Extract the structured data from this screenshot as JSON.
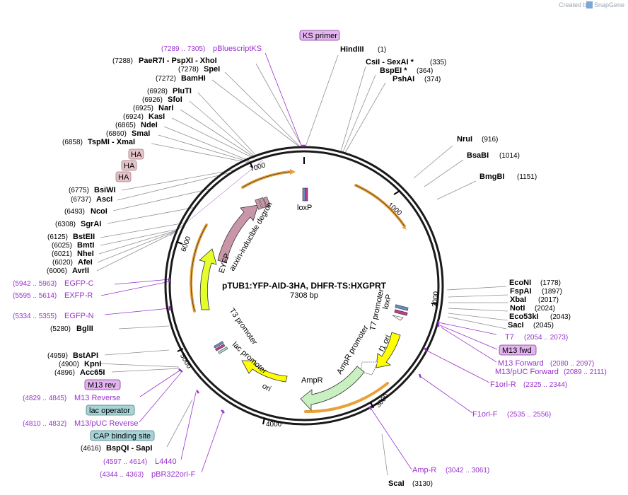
{
  "credit": {
    "created_by": "Created by",
    "brand": "SnapGene"
  },
  "plasmid": {
    "name": "pTUB1:YFP-AID-3HA, DHFR-TS:HXGPRT",
    "length": "7308 bp"
  },
  "ticks": [
    "1000",
    "2000",
    "3000",
    "4000",
    "5000",
    "6000",
    "7000"
  ],
  "features": {
    "loxp_top": "loxP",
    "loxp_right": "loxP",
    "eyfp": "EYFP",
    "aid": "auxin-inducible degron",
    "t7_promoter": "T7 promoter",
    "f1_ori": "f1 ori",
    "ampr_promoter": "AmpR promoter",
    "ampr": "AmpR",
    "ori": "ori",
    "lac_promoter": "lac promoter",
    "t3_promoter": "T3 promoter"
  },
  "boxed": {
    "ks_primer": "KS primer",
    "ha1": "HA",
    "ha2": "HA",
    "ha3": "HA",
    "m13_fwd": "M13 fwd",
    "m13_rev": "M13 rev",
    "lac_operator": "lac operator",
    "cap_site": "CAP binding site"
  },
  "enzymes_right": [
    {
      "name": "HindIII",
      "pos": "(1)"
    },
    {
      "name": "CsiI  -  SexAI *",
      "pos": "(335)"
    },
    {
      "name": "BspEI *",
      "pos": "(364)"
    },
    {
      "name": "PshAI",
      "pos": "(374)"
    },
    {
      "name": "NruI",
      "pos": "(916)"
    },
    {
      "name": "BsaBI",
      "pos": "(1014)"
    },
    {
      "name": "BmgBI",
      "pos": "(1151)"
    },
    {
      "name": "EcoNI",
      "pos": "(1778)"
    },
    {
      "name": "FspAI",
      "pos": "(1897)"
    },
    {
      "name": "XbaI",
      "pos": "(2017)"
    },
    {
      "name": "NotI",
      "pos": "(2024)"
    },
    {
      "name": "Eco53kI",
      "pos": "(2043)"
    },
    {
      "name": "SacI",
      "pos": "(2045)"
    },
    {
      "name": "ScaI",
      "pos": "(3130)"
    }
  ],
  "enzymes_left": [
    {
      "pos": "(7288)",
      "name": "PaeR7I  -  PspXI  -  XhoI"
    },
    {
      "pos": "(7278)",
      "name": "SpeI"
    },
    {
      "pos": "(7272)",
      "name": "BamHI"
    },
    {
      "pos": "(6928)",
      "name": "PluTI"
    },
    {
      "pos": "(6926)",
      "name": "SfoI"
    },
    {
      "pos": "(6925)",
      "name": "NarI"
    },
    {
      "pos": "(6924)",
      "name": "KasI"
    },
    {
      "pos": "(6865)",
      "name": "NdeI"
    },
    {
      "pos": "(6860)",
      "name": "SmaI"
    },
    {
      "pos": "(6858)",
      "name": "TspMI  -  XmaI"
    },
    {
      "pos": "(6775)",
      "name": "BsiWI"
    },
    {
      "pos": "(6737)",
      "name": "AscI"
    },
    {
      "pos": "(6493)",
      "name": "NcoI"
    },
    {
      "pos": "(6308)",
      "name": "SgrAI"
    },
    {
      "pos": "(6125)",
      "name": "BstEII"
    },
    {
      "pos": "(6025)",
      "name": "BmtI"
    },
    {
      "pos": "(6021)",
      "name": "NheI"
    },
    {
      "pos": "(6020)",
      "name": "AfeI"
    },
    {
      "pos": "(6006)",
      "name": "AvrII"
    },
    {
      "pos": "(5280)",
      "name": "BglII"
    },
    {
      "pos": "(4959)",
      "name": "BstAPI"
    },
    {
      "pos": "(4900)",
      "name": "KpnI"
    },
    {
      "pos": "(4896)",
      "name": "Acc65I"
    },
    {
      "pos": "(4616)",
      "name": "BspQI  -  SapI"
    }
  ],
  "primers_right": [
    {
      "name": "T7",
      "range": "(2054 .. 2073)"
    },
    {
      "name": "M13 Forward",
      "range": "(2080 .. 2097)"
    },
    {
      "name": "M13/pUC Forward",
      "range": "(2089 .. 2111)"
    },
    {
      "name": "F1ori-R",
      "range": "(2325 .. 2344)"
    },
    {
      "name": "F1ori-F",
      "range": "(2535 .. 2556)"
    },
    {
      "name": "Amp-R",
      "range": "(3042 .. 3061)"
    }
  ],
  "primers_left": [
    {
      "range": "(7289 .. 7305)",
      "name": "pBluescriptKS"
    },
    {
      "range": "(5942 .. 5963)",
      "name": "EGFP-C"
    },
    {
      "range": "(5595 .. 5614)",
      "name": "EXFP-R"
    },
    {
      "range": "(5334 .. 5355)",
      "name": "EGFP-N"
    },
    {
      "range": "(4829 .. 4845)",
      "name": "M13 Reverse"
    },
    {
      "range": "(4810 .. 4832)",
      "name": "M13/pUC Reverse"
    },
    {
      "range": "(4597 .. 4614)",
      "name": "L4440"
    },
    {
      "range": "(4344 .. 4363)",
      "name": "pBR322ori-F"
    }
  ],
  "colors": {
    "backbone": "#1a1a1a",
    "primer": "#9932cc",
    "orange_arc": "#e8a13a",
    "yellow_feature": "#ffff00",
    "lime_feature": "#e5ff2a",
    "green_feature": "#c8f0c0",
    "aid_feature": "#c896a8",
    "box_primer": "#e3b4f0",
    "box_ha": "#e6c3c8",
    "box_lac": "#a8d4d8"
  }
}
